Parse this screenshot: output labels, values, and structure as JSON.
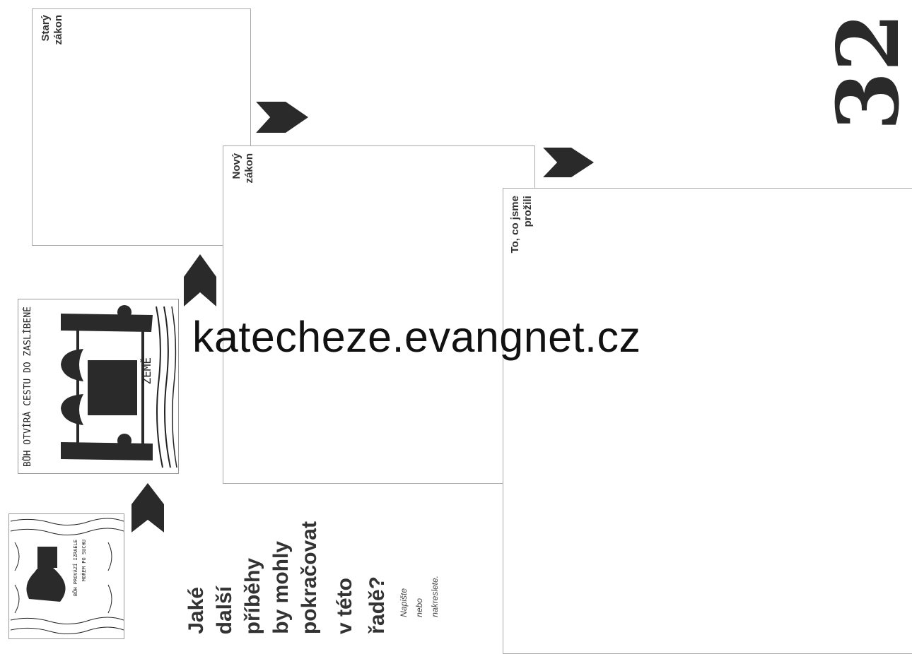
{
  "boxes": {
    "old_law": "Starý\nzákon",
    "new_law": "Nový\nzákon",
    "lived": "To, co jsme\nprožili"
  },
  "question": {
    "lines": [
      "Jaké",
      "další",
      "příběhy",
      "by mohly",
      "pokračovat",
      "v této",
      "řadě?"
    ],
    "hint": [
      "Napište",
      "nebo",
      "nakreslete."
    ]
  },
  "watermark": "katecheze.evangnet.cz",
  "page_number": "32",
  "pictures": {
    "large_caption_main": "BŮH OTVÍRÁ CESTU DO ZASLÍBENÉ",
    "large_caption_side": "ZEMĚ",
    "small_caption_1": "BŮH PROVÁZÍ IZRAELE",
    "small_caption_2": "MOŘEM PO SUCHU"
  },
  "colors": {
    "ink": "#2a2a2a",
    "border": "#a9a9a9"
  }
}
